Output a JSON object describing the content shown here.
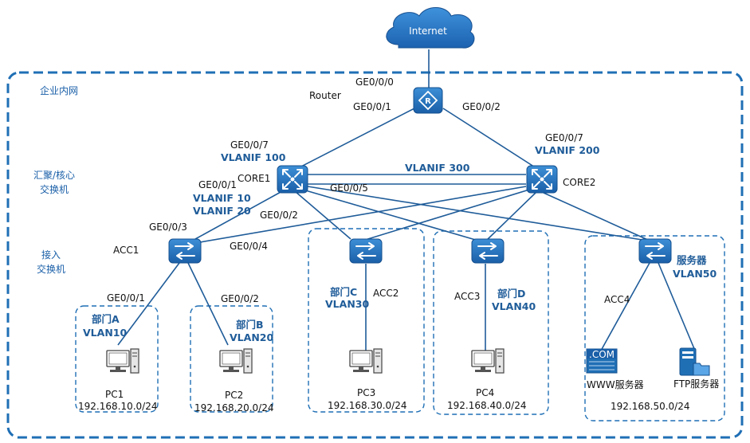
{
  "cloud_label": "Internet",
  "zones": {
    "enterprise": "企业内网",
    "core_line1": "汇聚/核心",
    "core_line2": "交换机",
    "access_line1": "接入",
    "access_line2": "交换机"
  },
  "router": {
    "name": "Router",
    "port_up": "GE0/0/0",
    "port_left": "GE0/0/1",
    "port_right": "GE0/0/2"
  },
  "core1": {
    "name": "CORE1",
    "port_up": "GE0/0/7",
    "vlanif_up": "VLANIF 100",
    "port_down": "GE0/0/1",
    "vlanif_10": "VLANIF 10",
    "vlanif_20": "VLANIF 20",
    "port_acc": "GE0/0/2",
    "port_link": "GE0/0/5"
  },
  "core2": {
    "name": "CORE2",
    "port_up": "GE0/0/7",
    "vlanif_up": "VLANIF 200"
  },
  "core_link": "VLANIF 300",
  "acc1": {
    "name": "ACC1",
    "port_up": "GE0/0/3",
    "port_right": "GE0/0/4",
    "port_pc1": "GE0/0/1",
    "port_pc2": "GE0/0/2"
  },
  "acc2": {
    "name": "ACC2"
  },
  "acc3": {
    "name": "ACC3"
  },
  "acc4": {
    "name": "ACC4"
  },
  "departments": [
    {
      "dept": "部门A",
      "vlan": "VLAN10",
      "pc": "PC1",
      "subnet": "192.168.10.0/24"
    },
    {
      "dept": "部门B",
      "vlan": "VLAN20",
      "pc": "PC2",
      "subnet": "192.168.20.0/24"
    },
    {
      "dept": "部门C",
      "vlan": "VLAN30",
      "pc": "PC3",
      "subnet": "192.168.30.0/24"
    },
    {
      "dept": "部门D",
      "vlan": "VLAN40",
      "pc": "PC4",
      "subnet": "192.168.40.0/24"
    }
  ],
  "servers": {
    "group": "服务器",
    "vlan": "VLAN50",
    "www_badge": ".COM",
    "www": "WWW服务器",
    "ftp": "FTP服务器",
    "subnet": "192.168.50.0/24"
  },
  "colors": {
    "device_blue": "#1f6fb5",
    "link_blue": "#1f5c99",
    "label_blue": "#1f5c99"
  }
}
